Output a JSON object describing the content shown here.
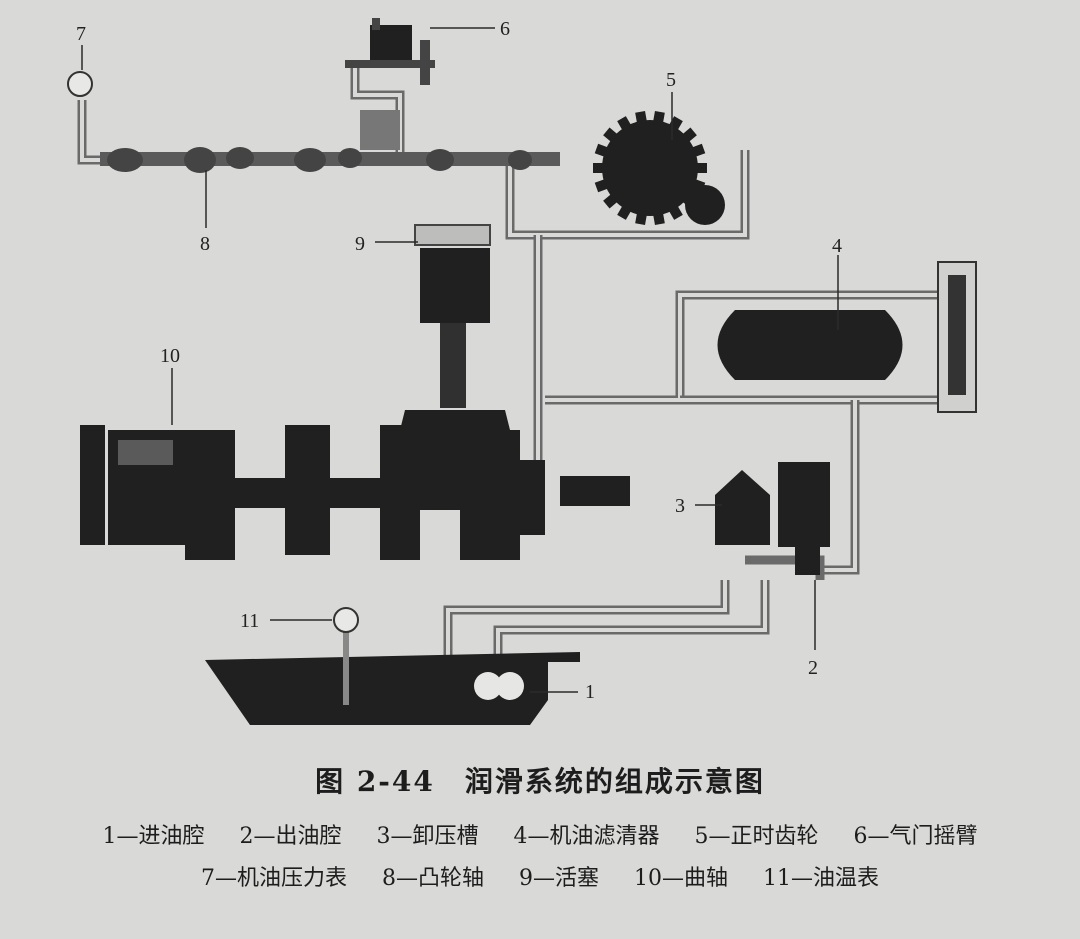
{
  "figure": {
    "title": "图 2-44　润滑系统的组成示意图",
    "callout_numbers": [
      "1",
      "2",
      "3",
      "4",
      "5",
      "6",
      "7",
      "8",
      "9",
      "10",
      "11"
    ]
  },
  "legend": {
    "line1": [
      "1—进油腔",
      "2—出油腔",
      "3—卸压槽",
      "4—机油滤清器",
      "5—正时齿轮",
      "6—气门摇臂"
    ],
    "line2": [
      "7—机油压力表",
      "8—凸轮轴",
      "9—活塞",
      "10—曲轴",
      "11—油温表"
    ]
  },
  "colors": {
    "background": "#d9d9d7",
    "ink": "#202020",
    "pipe": "#6a6a6a"
  }
}
